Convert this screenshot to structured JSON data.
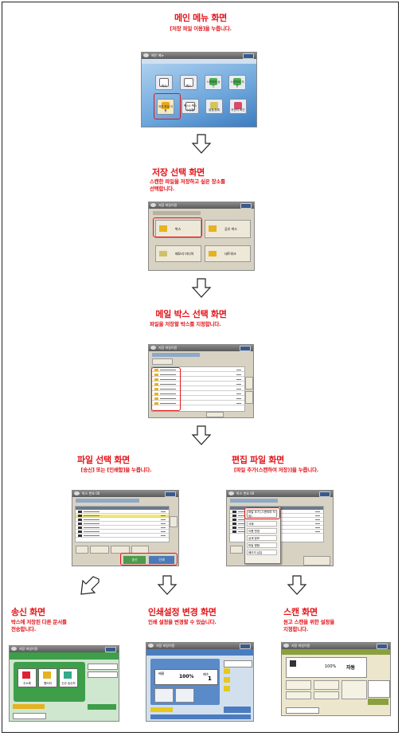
{
  "steps": {
    "main_menu": {
      "title": "메인 메뉴 화면",
      "desc": "[저장 파일 이용]을 누릅니다."
    },
    "storage_select": {
      "title": "저장 선택 화면",
      "desc": "스캔한 파일을 저장하고 싶은 장소를\n선택합니다."
    },
    "mailbox_select": {
      "title": "메일 박스 선택 화면",
      "desc": "파일을 저장할 박스를 지정합니다."
    },
    "file_select": {
      "title": "파일 선택 화면",
      "desc": "[송신] 또는 [인쇄함]을 누릅니다."
    },
    "edit_file": {
      "title": "편집 파일 화면",
      "desc": "[파일 추가(스캔하여 저장)]을 누릅니다."
    },
    "send": {
      "title": "송신 화면",
      "desc": "박스에 저장된 다른 문서를\n전송합니다."
    },
    "print_settings": {
      "title": "인쇄설정 변경 화면",
      "desc": "인쇄 설정을 변경할 수 있습니다."
    },
    "scan": {
      "title": "스캔 화면",
      "desc": "원고 스캔을 위한 설정을\n지정합니다."
    }
  },
  "screens": {
    "main_menu": {
      "bar_title": "메인 메뉴",
      "tiles": [
        "복사",
        "팩스",
        "스캔하여 송신",
        "스캔하여 저장",
        "저장 파일 이용",
        "팩스/I-팩스 수신함",
        "설정/등록",
        "카운터 확인"
      ]
    },
    "storage_select": {
      "bar_title": "저장 파일이용",
      "buttons": [
        "박스",
        "공유 박스",
        "메모리 미디어",
        "네트워크"
      ]
    },
    "mailbox_select": {
      "bar_title": "저장 파일이용",
      "boxes": [
        "00",
        "01",
        "02",
        "03",
        "04",
        "05",
        "06",
        "07"
      ]
    },
    "file_select": {
      "bar_title": "박스 번호 00",
      "send_label": "송신",
      "print_label": "인쇄"
    },
    "edit_file": {
      "bar_title": "박스 번호 00",
      "menu_items": [
        "파일 추가 (스캔하여 저장)",
        "삭제",
        "이름 변경",
        "상세 정보",
        "파일 병합",
        "페이지 삽입"
      ]
    },
    "send": {
      "bar_title": "저장 파일이용",
      "buttons": [
        "주소록",
        "원터치",
        "신규 송신처"
      ]
    },
    "print_settings": {
      "bar_title": "저장 파일이용",
      "copies_label": "매수",
      "copies_value": "1",
      "ratio_label": "배율",
      "ratio_value": "100%"
    },
    "scan": {
      "bar_title": "저장 파일이용",
      "ratio_value": "100%",
      "auto_label": "자동"
    }
  },
  "colors": {
    "accent": "#e2161b",
    "frame": "#222222"
  }
}
